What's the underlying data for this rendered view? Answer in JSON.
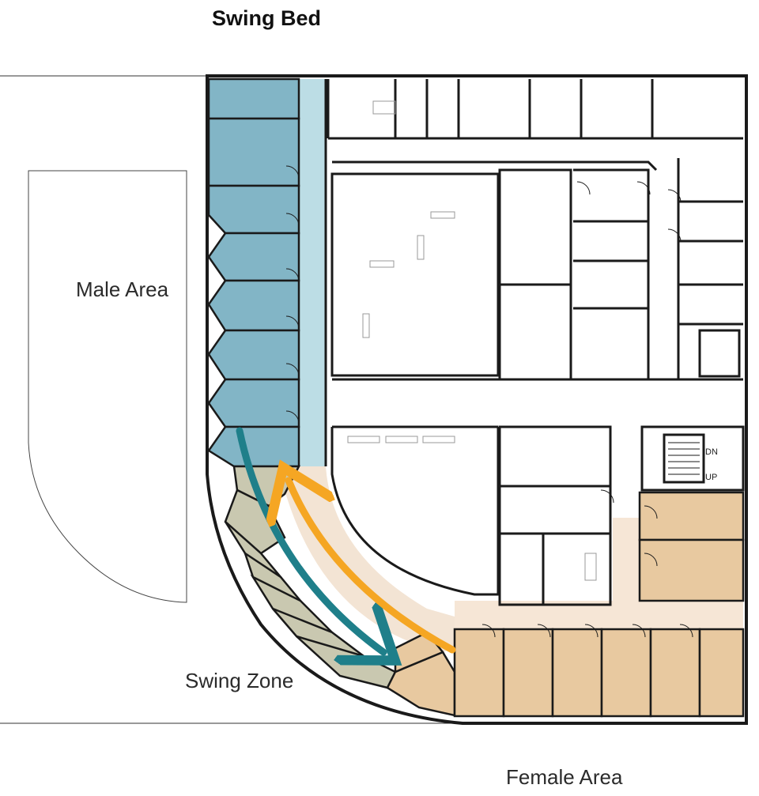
{
  "title": "Swing Bed",
  "zones": {
    "male": "Male Area",
    "swing": "Swing Zone",
    "female": "Female Area"
  },
  "stair_labels": {
    "down": "DN",
    "up": "UP"
  },
  "colors": {
    "male_room": "#82b5c6",
    "male_corridor": "#bcdde5",
    "swing_room": "#c9c8b0",
    "swing_corridor": "#f3e4d4",
    "female_room": "#e8c9a0",
    "female_corridor": "#f6e6d6",
    "arrow_teal": "#1f7f8a",
    "arrow_orange": "#f5a623",
    "wall": "#1a1a1a"
  }
}
